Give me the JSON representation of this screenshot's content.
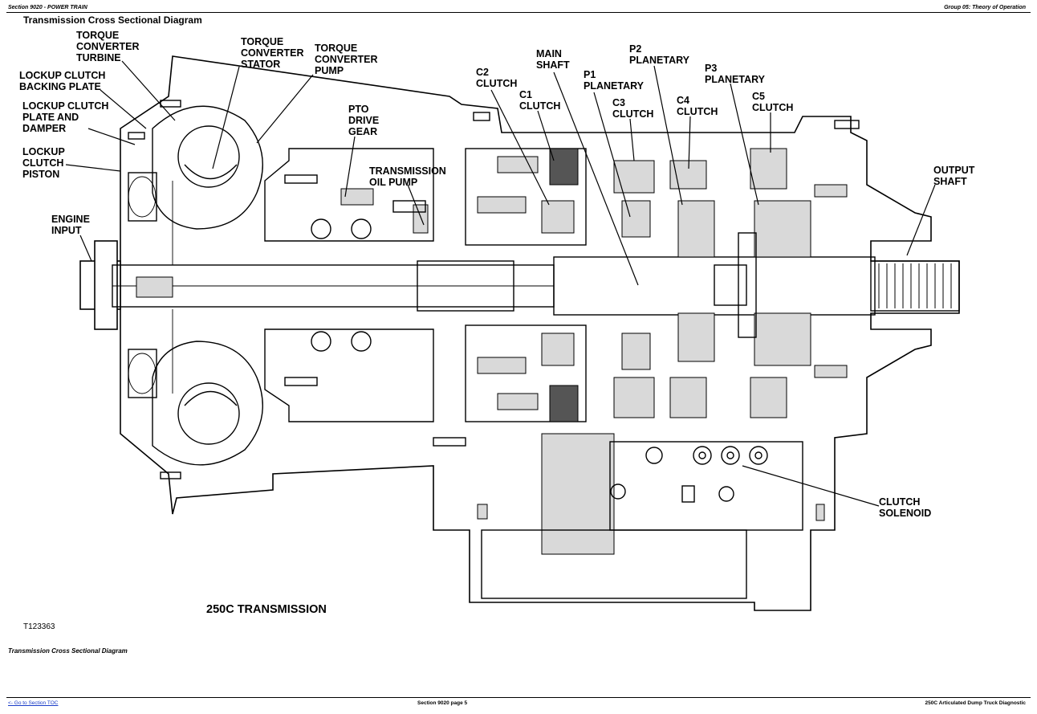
{
  "header": {
    "section": "Section 9020 - POWER TRAIN",
    "group": "Group 05: Theory of Operation"
  },
  "title": "Transmission Cross Sectional Diagram",
  "labels": {
    "torque_converter_turbine": [
      "TORQUE",
      "CONVERTER",
      "TURBINE"
    ],
    "lockup_clutch_backing_plate": [
      "LOCKUP CLUTCH",
      "BACKING PLATE"
    ],
    "lockup_clutch_plate_damper": [
      "LOCKUP CLUTCH",
      "PLATE AND",
      "DAMPER"
    ],
    "lockup_clutch_piston": [
      "LOCKUP",
      "CLUTCH",
      "PISTON"
    ],
    "engine_input": [
      "ENGINE",
      "INPUT"
    ],
    "torque_converter_stator": [
      "TORQUE",
      "CONVERTER",
      "STATOR"
    ],
    "torque_converter_pump": [
      "TORQUE",
      "CONVERTER",
      "PUMP"
    ],
    "pto_drive_gear": [
      "PTO",
      "DRIVE",
      "GEAR"
    ],
    "transmission_oil_pump": [
      "TRANSMISSION",
      "OIL PUMP"
    ],
    "c2_clutch": [
      "C2",
      "CLUTCH"
    ],
    "c1_clutch": [
      "C1",
      "CLUTCH"
    ],
    "main_shaft": [
      "MAIN",
      "SHAFT"
    ],
    "p1_planetary": [
      "P1",
      "PLANETARY"
    ],
    "c3_clutch": [
      "C3",
      "CLUTCH"
    ],
    "p2_planetary": [
      "P2",
      "PLANETARY"
    ],
    "c4_clutch": [
      "C4",
      "CLUTCH"
    ],
    "p3_planetary": [
      "P3",
      "PLANETARY"
    ],
    "c5_clutch": [
      "C5",
      "CLUTCH"
    ],
    "output_shaft": [
      "OUTPUT",
      "SHAFT"
    ],
    "clutch_solenoid": [
      "CLUTCH",
      "SOLENOID"
    ]
  },
  "model_label": "250C TRANSMISSION",
  "figure_id": "T123363",
  "caption": "Transmission Cross Sectional Diagram",
  "footer": {
    "toc_link": "<- Go to Section TOC",
    "page": "Section 9020 page 5",
    "manual": "250C Articulated Dump Truck Diagnostic"
  }
}
